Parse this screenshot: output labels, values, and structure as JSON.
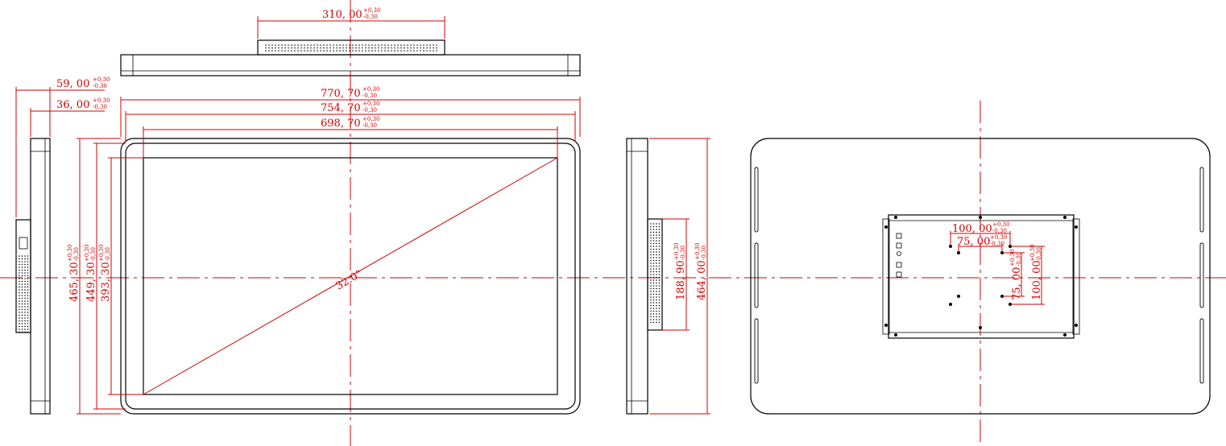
{
  "colors": {
    "dimension": "#d40000",
    "outline": "#000000",
    "background": "#ffffff"
  },
  "dimensions": {
    "top_bracket_width": {
      "value": "310, 00",
      "tol_plus": "+0,30",
      "tol_minus": "-0,30"
    },
    "depth_total": {
      "value": "59, 00",
      "tol_plus": "+0,30",
      "tol_minus": "-0,30"
    },
    "depth_body": {
      "value": "36, 00",
      "tol_plus": "+0,30",
      "tol_minus": "-0,30"
    },
    "overall_width": {
      "value": "770, 70",
      "tol_plus": "+0,30",
      "tol_minus": "-0,30"
    },
    "bezel_width": {
      "value": "754, 70",
      "tol_plus": "+0,30",
      "tol_minus": "-0,30"
    },
    "screen_width": {
      "value": "698, 70",
      "tol_plus": "+0,30",
      "tol_minus": "-0,30"
    },
    "overall_height": {
      "value": "465, 30",
      "tol_plus": "+0,30",
      "tol_minus": "-0,30"
    },
    "bezel_height": {
      "value": "449, 30",
      "tol_plus": "+0,30",
      "tol_minus": "-0,30"
    },
    "screen_height": {
      "value": "393, 30",
      "tol_plus": "+0,30",
      "tol_minus": "-0,30"
    },
    "side_port_height": {
      "value": "188, 90",
      "tol_plus": "+0,30",
      "tol_minus": "-0,30"
    },
    "side_total_height": {
      "value": "464, 00",
      "tol_plus": "+0,30",
      "tol_minus": "-0,30"
    },
    "vesa_100_h": {
      "value": "100, 00",
      "tol_plus": "+0,30",
      "tol_minus": "-0,30"
    },
    "vesa_75_h": {
      "value": "75, 00",
      "tol_plus": "+0,30",
      "tol_minus": "-0,30"
    },
    "vesa_75_v": {
      "value": "75, 00",
      "tol_plus": "+0,30",
      "tol_minus": "-0,30"
    },
    "vesa_100_v": {
      "value": "100, 00",
      "tol_plus": "+0,30",
      "tol_minus": "-0,30"
    }
  },
  "diagonal": {
    "label": "32.0\""
  }
}
